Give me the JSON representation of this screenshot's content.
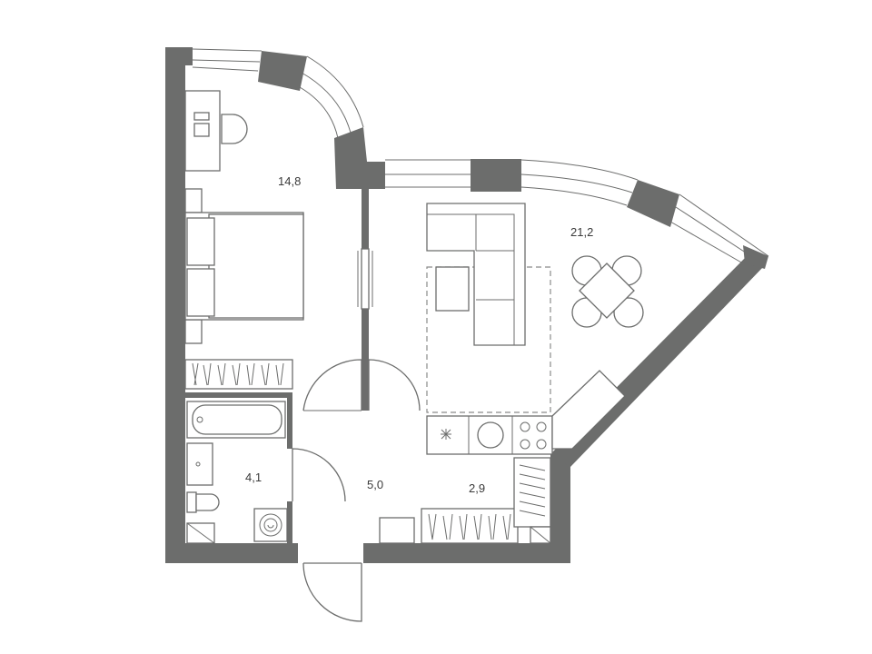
{
  "plan": {
    "rooms": [
      {
        "id": "bedroom",
        "area": "14,8"
      },
      {
        "id": "living-kitchen",
        "area": "21,2"
      },
      {
        "id": "bathroom",
        "area": "4,1"
      },
      {
        "id": "hallway",
        "area": "5,0"
      },
      {
        "id": "corridor",
        "area": "2,9"
      }
    ],
    "colors": {
      "wall": "#6c6d6c",
      "line": "#6c6d6c",
      "background": "#ffffff"
    }
  }
}
